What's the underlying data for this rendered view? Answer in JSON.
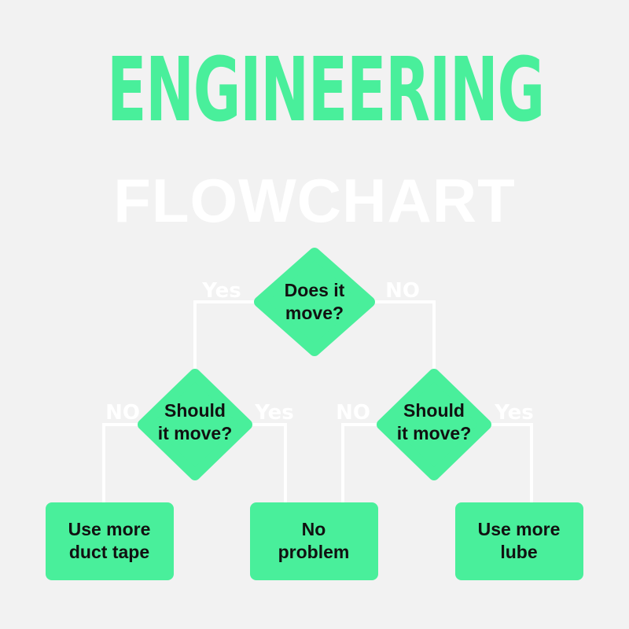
{
  "title": "ENGINEERING",
  "subtitle": "FLOWCHART",
  "colors": {
    "accent": "#49ef9b",
    "background": "#f2f2f2",
    "connector": "#ffffff",
    "text": "#111111"
  },
  "nodes": {
    "q_move": {
      "line1": "Does it",
      "line2": "move?"
    },
    "q_should_left": {
      "line1": "Should",
      "line2": "it move?"
    },
    "q_should_right": {
      "line1": "Should",
      "line2": "it move?"
    },
    "a_duct_tape": {
      "line1": "Use more",
      "line2": "duct tape"
    },
    "a_no_problem": {
      "line1": "No",
      "line2": "problem"
    },
    "a_lube": {
      "line1": "Use more",
      "line2": "lube"
    }
  },
  "edges": [
    {
      "from": "q_move",
      "to": "q_should_left",
      "label": "Yes"
    },
    {
      "from": "q_move",
      "to": "q_should_right",
      "label": "NO"
    },
    {
      "from": "q_should_left",
      "to": "a_duct_tape",
      "label": "NO"
    },
    {
      "from": "q_should_left",
      "to": "a_no_problem",
      "label": "Yes"
    },
    {
      "from": "q_should_right",
      "to": "a_no_problem",
      "label": "NO"
    },
    {
      "from": "q_should_right",
      "to": "a_lube",
      "label": "Yes"
    }
  ]
}
